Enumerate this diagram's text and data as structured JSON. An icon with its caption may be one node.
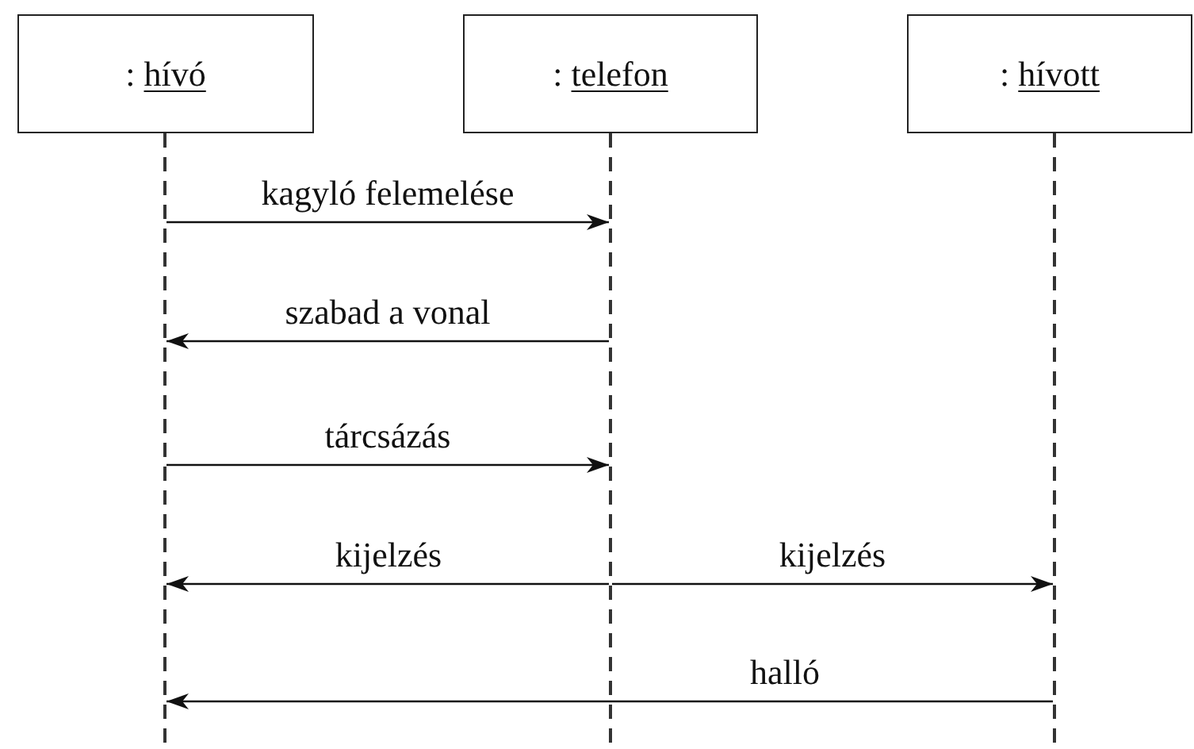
{
  "diagram": {
    "nodes": [
      {
        "text": [
          ": hívó"
        ]
      },
      {
        "text": [
          ": telefon"
        ]
      },
      {
        "text": [
          ": hívott"
        ]
      },
      {
        "text": [],
        "shape": "bar"
      },
      {
        "text": [],
        "shape": "bar"
      },
      {
        "text": [],
        "shape": "bar"
      }
    ],
    "edges": [
      {
        "from": 3,
        "to": 4,
        "arrow": "to",
        "label": "kagyló felemelése"
      },
      {
        "from": 4,
        "to": 3,
        "arrow": "to",
        "label": "szabad a vonal"
      },
      {
        "from": 3,
        "to": 4,
        "arrow": "to",
        "label": "tárcsázás"
      },
      {
        "from": 4,
        "to": 3,
        "arrow": "to",
        "label": "kijelzés"
      },
      {
        "from": 4,
        "to": 5,
        "arrow": "to",
        "label": "kijelzés"
      },
      {
        "from": 5,
        "to": 3,
        "arrow": "to",
        "label": "halló"
      }
    ]
  }
}
